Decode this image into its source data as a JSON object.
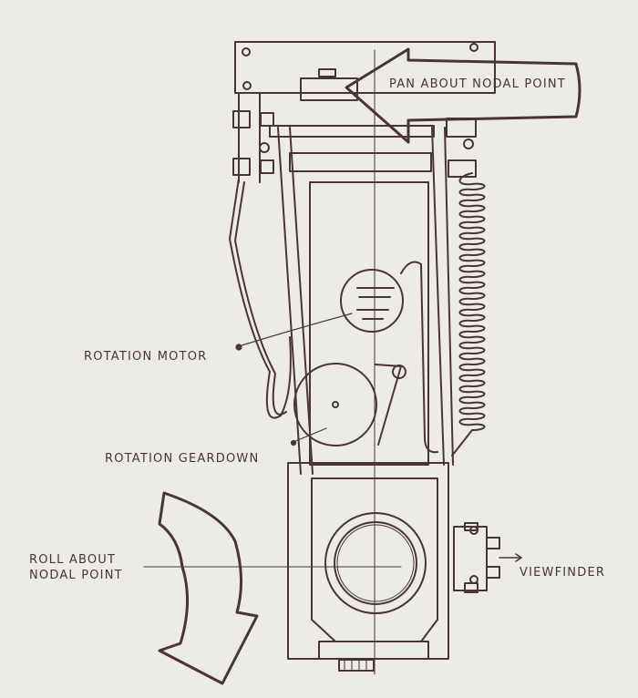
{
  "diagram": {
    "labels": {
      "pan": "PAN ABOUT NODAL POINT",
      "rotation_motor": "ROTATION MOTOR",
      "rotation_geardown": "ROTATION GEARDOWN",
      "roll_line1": "ROLL ABOUT",
      "roll_line2": "NODAL POINT",
      "viewfinder": "VIEWFINDER"
    },
    "colors": {
      "paper": "#ecebe6",
      "ink": "#4a3434"
    }
  }
}
